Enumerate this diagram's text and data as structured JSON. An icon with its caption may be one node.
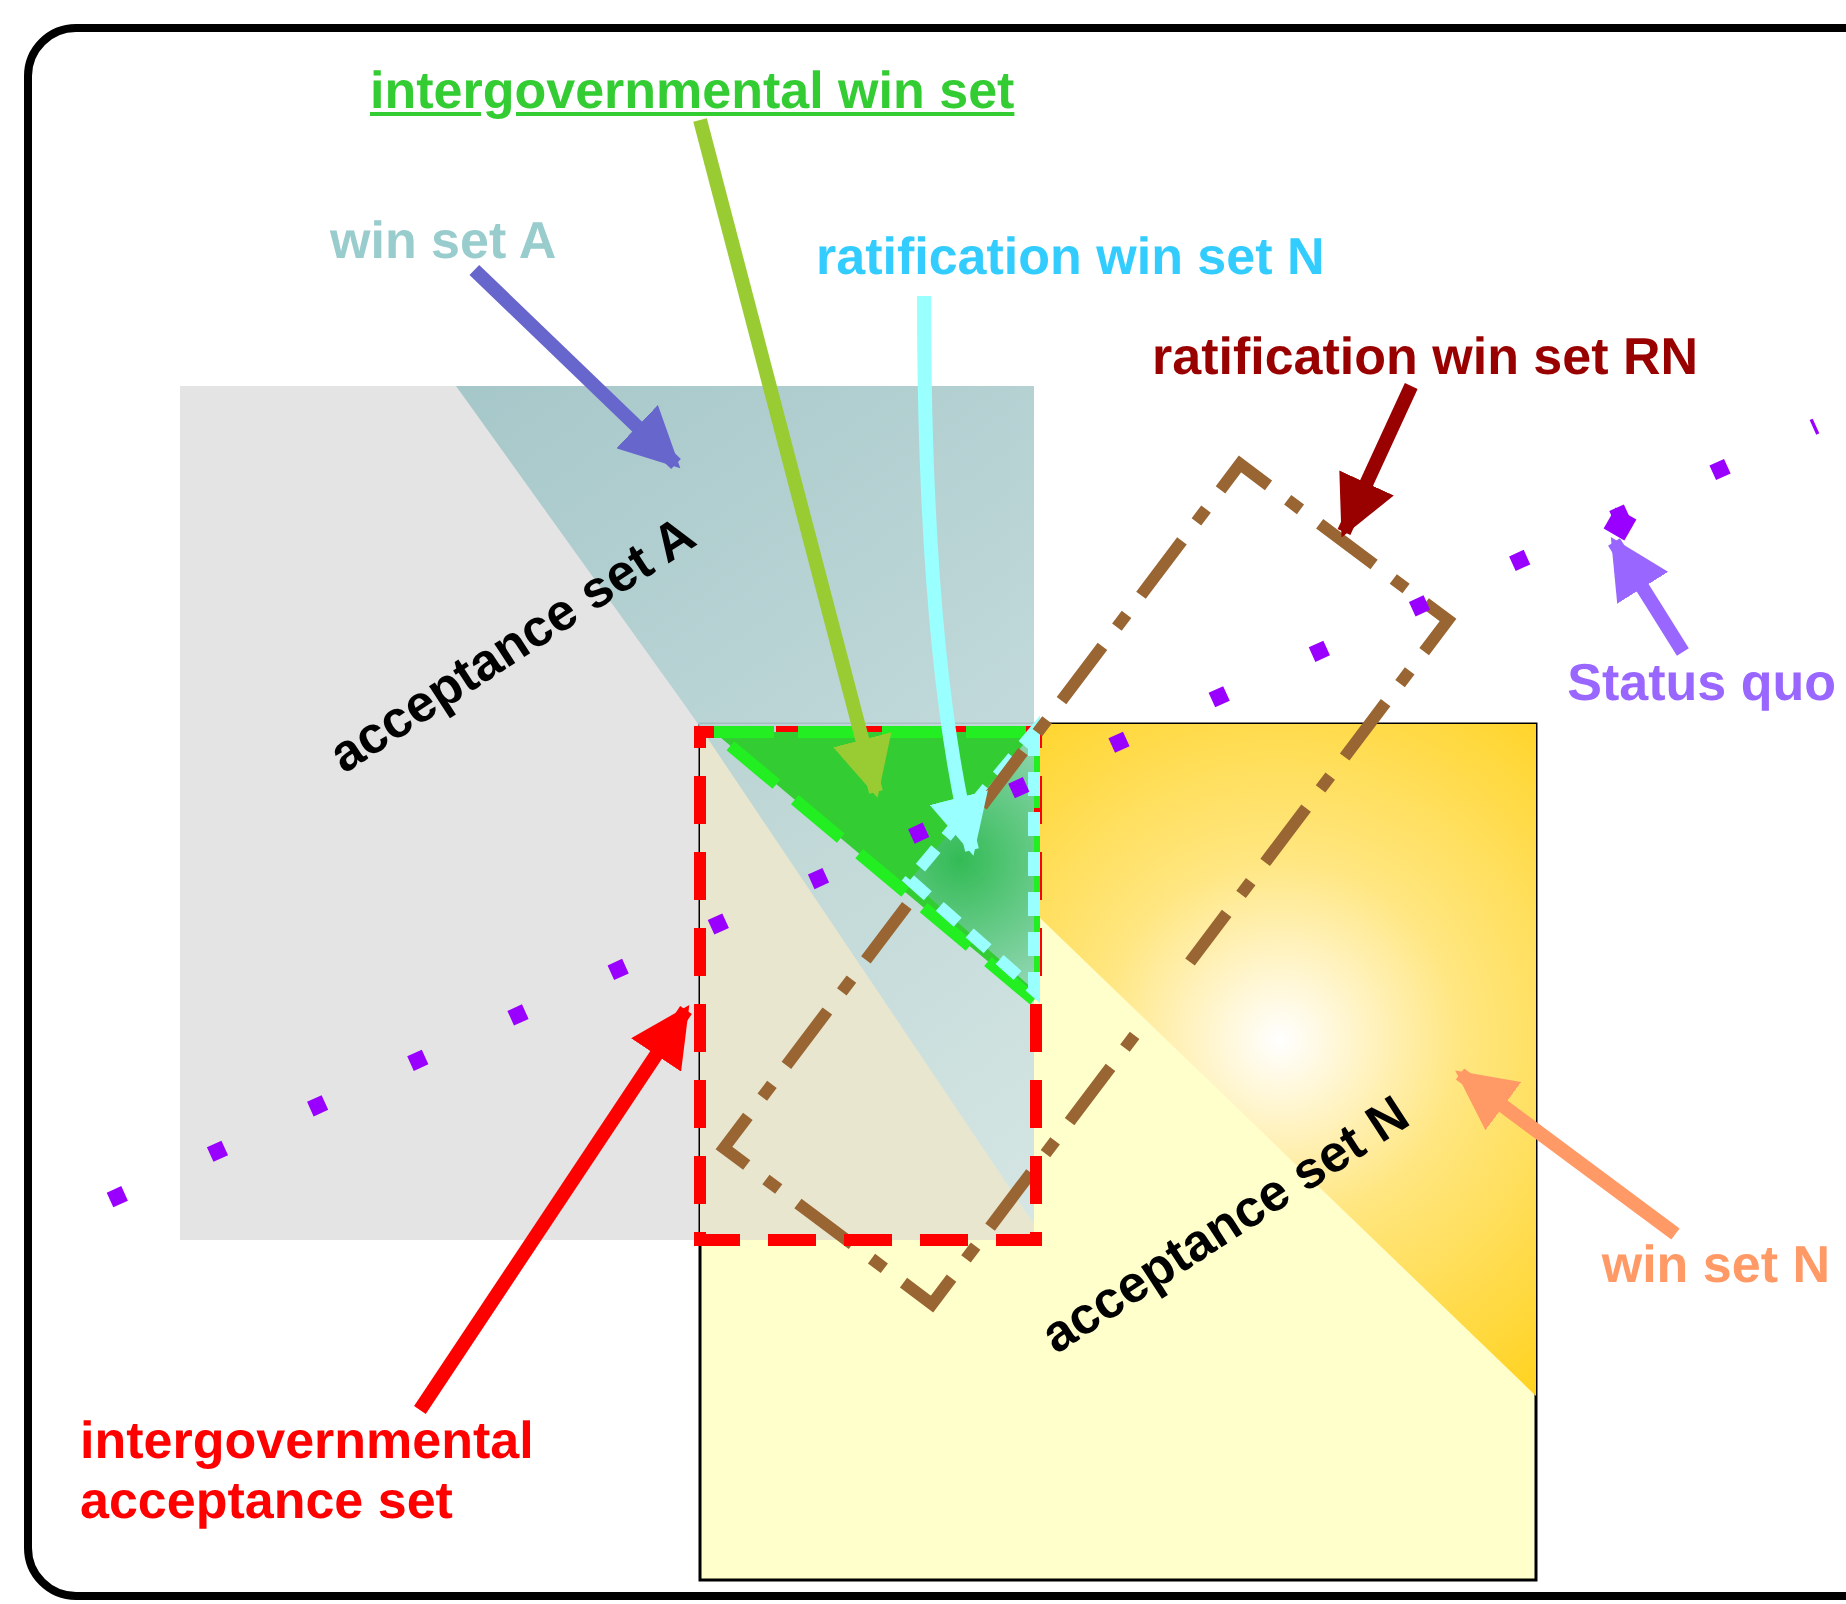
{
  "diagram": {
    "nodes": [
      {
        "text": [
          "intergovernmental win set"
        ]
      },
      {
        "text": [
          "win set A"
        ]
      },
      {
        "text": [
          "ratification win set N"
        ]
      },
      {
        "text": [
          "ratification win set RN"
        ]
      },
      {
        "text": [
          "Status quo"
        ]
      },
      {
        "text": [
          "win set N"
        ]
      },
      {
        "text": [
          "intergovernmental acceptance set"
        ]
      },
      {
        "text": [],
        "shape": "triangle"
      },
      {
        "text": [],
        "shape": "triangle",
        "in": 13
      },
      {
        "text": [],
        "shape": "triangle",
        "in": 8
      },
      {
        "text": [],
        "shape": "box"
      },
      {
        "text": [],
        "shape": "box"
      },
      {
        "text": [],
        "shape": "triangle"
      },
      {
        "text": [],
        "shape": "box"
      }
    ],
    "edges": [
      {
        "from": 0,
        "to": 8,
        "arrow": "to",
        "color": "#99cc33"
      },
      {
        "from": 1,
        "to": 7,
        "arrow": "to",
        "color": "#6666cc"
      },
      {
        "from": 2,
        "to": 9,
        "arrow": "to",
        "color": "#99ffff"
      },
      {
        "from": 3,
        "to": 10,
        "arrow": "to",
        "color": "#990000"
      },
      {
        "from": 4,
        "to": 11,
        "arrow": "to",
        "color": "#9966ff"
      },
      {
        "from": 5,
        "to": 12,
        "arrow": "to",
        "color": "#ff9966"
      },
      {
        "from": 6,
        "to": 13,
        "arrow": "to",
        "color": "#ff0000"
      }
    ],
    "labels": [
      "acceptance set A",
      "acceptance set N"
    ]
  }
}
